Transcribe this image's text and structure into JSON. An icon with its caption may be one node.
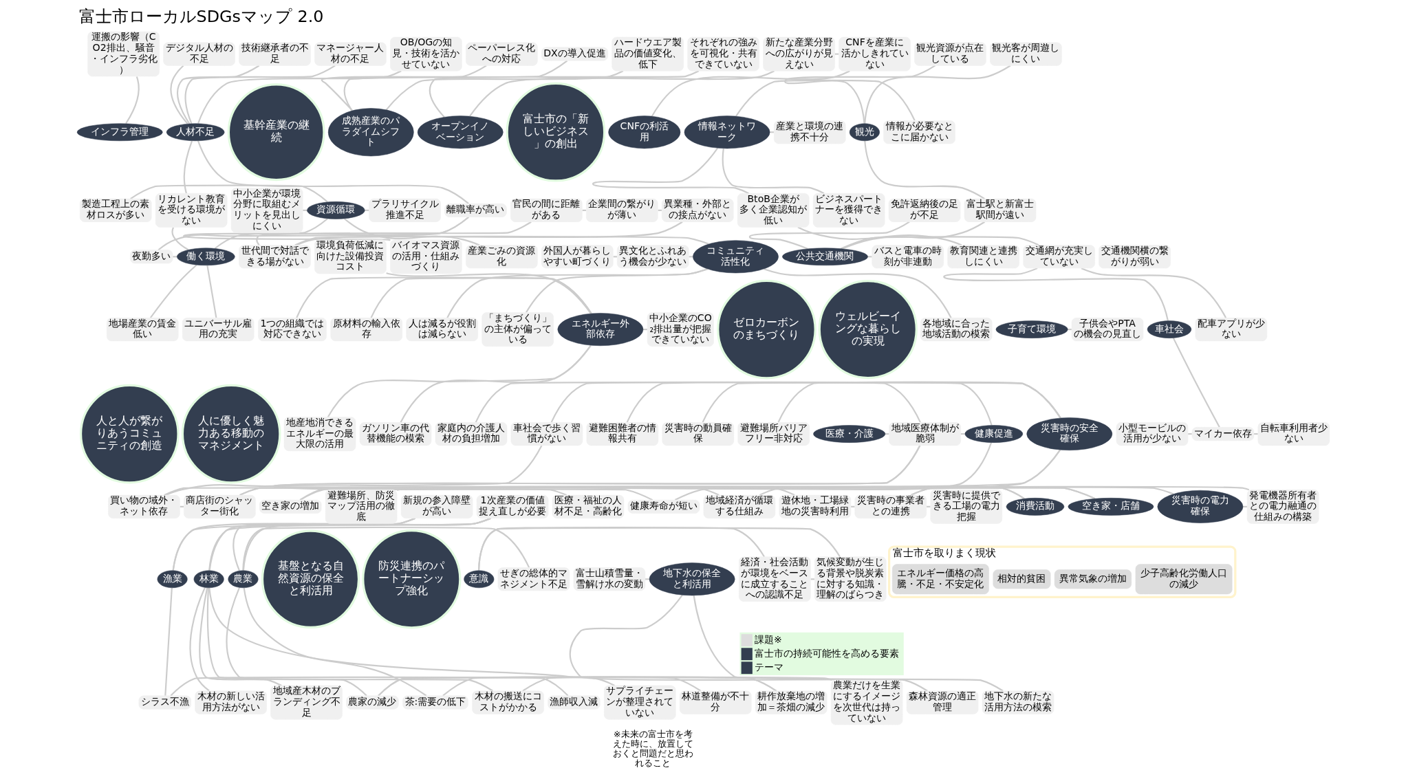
{
  "diagram": {
    "title": "富士市ローカルSDGsマップ 2.0",
    "nodes": [
      {
        "text": [
          "運搬の影響（CO2排出、騒音・インフラ劣化）"
        ]
      },
      {
        "text": [
          "デジタル人材の不足"
        ]
      },
      {
        "text": [
          "技術継承者の不足"
        ]
      },
      {
        "text": [
          "マネージャー人材の不足"
        ]
      },
      {
        "text": [
          "OB/OGの知見・技術を活かせていない"
        ]
      },
      {
        "text": [
          "ペーパーレス化への対応"
        ]
      },
      {
        "text": [
          "DXの導入促進"
        ]
      },
      {
        "text": [
          "ハードウエア製品の価値変化、低下"
        ]
      },
      {
        "text": [
          "それぞれの強みを可視化・共有できていない"
        ]
      },
      {
        "text": [
          "新たな産業分野への広がりが見えない"
        ]
      },
      {
        "text": [
          "CNFを産業に活かしきれていない"
        ]
      },
      {
        "text": [
          "インフラ管理"
        ]
      },
      {
        "text": [
          "製造工程上の素材ロスが多い"
        ]
      },
      {
        "text": [
          "人材不足"
        ]
      },
      {
        "text": [
          "リカレント教育を受ける環境がない"
        ]
      },
      {
        "text": [
          "基幹産業の継続"
        ]
      },
      {
        "text": [
          "成熟産業のパラダイムシフト"
        ]
      },
      {
        "text": [
          "オープンイノベーション"
        ]
      },
      {
        "text": [
          "富士市の「新しいビジネス」の創出"
        ]
      },
      {
        "text": [
          "CNFの利活用"
        ]
      },
      {
        "text": [
          "中小企業が環境分野に取組むメリットを見出しにくい"
        ]
      },
      {
        "text": [
          "資源循環"
        ]
      },
      {
        "text": [
          "プラリサイクル推進不足"
        ]
      },
      {
        "text": [
          "離職率が高い"
        ]
      },
      {
        "text": [
          "官民の間に距離がある"
        ]
      },
      {
        "text": [
          "企業間の繋がりが薄い"
        ]
      },
      {
        "text": [
          "異業種・外部との接点がない"
        ]
      },
      {
        "text": [
          "情報ネットワーク"
        ]
      },
      {
        "text": [
          "産業と環境の連携不十分"
        ]
      },
      {
        "text": [
          "観光"
        ]
      },
      {
        "text": [
          "観光資源が点在している"
        ]
      },
      {
        "text": [
          "観光客が周遊しにくい"
        ]
      },
      {
        "text": [
          "夜勤多い"
        ]
      },
      {
        "text": [
          "働く環境"
        ]
      },
      {
        "text": [
          "世代間で対話できる場がない"
        ]
      },
      {
        "text": [
          "情報が必要なとこに届かない"
        ]
      },
      {
        "text": [
          "環境負荷低減に向けた設備投資コスト"
        ]
      },
      {
        "text": [
          "バイオマス資源の活用・仕組みづくり"
        ]
      },
      {
        "text": [
          "産業ごみの資源化"
        ]
      },
      {
        "text": [
          "地場産業の賃金低い"
        ]
      },
      {
        "text": [
          "ユニバーサル雇用の充実"
        ]
      },
      {
        "text": [
          "外国人が暮らしやすい町づくり"
        ]
      },
      {
        "text": [
          "異文化とふれあう機会が少ない"
        ]
      },
      {
        "text": [
          "コミュニティ活性化"
        ]
      },
      {
        "text": [
          "BtoB企業が多く企業認知が低い"
        ]
      },
      {
        "text": [
          "ビジネスパートナーを獲得できない"
        ]
      },
      {
        "text": [
          "免許返納後の足が不足"
        ]
      },
      {
        "text": [
          "富士駅と新富士駅間が遠い"
        ]
      },
      {
        "text": [
          "1つの組織では対応できない"
        ]
      },
      {
        "text": [
          "原材料の輸入依存"
        ]
      },
      {
        "text": [
          "公共交通機関"
        ]
      },
      {
        "text": [
          "バスと電車の時刻が非連動"
        ]
      },
      {
        "text": [
          "人は減るが役割は減らない"
        ]
      },
      {
        "text": [
          "「まちづくり」の主体が偏っている"
        ]
      },
      {
        "text": [
          "教育関連と連携しにくい"
        ]
      },
      {
        "text": [
          "エネルギー外部依存"
        ]
      },
      {
        "text": [
          "中小企業のCO₂排出量が把握できていない"
        ]
      },
      {
        "text": [
          "ゼロカーボンのまちづくり"
        ]
      },
      {
        "text": [
          "ウェルビーイングな暮らしの実現"
        ]
      },
      {
        "text": [
          "各地域に合った地域活動の模索"
        ]
      },
      {
        "text": [
          "子育て環境"
        ]
      },
      {
        "text": [
          "人と人が繋がりあうコミュニティの創造"
        ]
      },
      {
        "text": [
          "人に優しく魅力ある移動のマネジメント"
        ]
      },
      {
        "text": [
          "交通網が充実していない"
        ]
      },
      {
        "text": [
          "交通機関横の繋がりが弱い"
        ]
      },
      {
        "text": [
          "地産地消できるエネルギーの最大限の活用"
        ]
      },
      {
        "text": [
          "ガソリン車の代替機能の模索"
        ]
      },
      {
        "text": [
          "家庭内の介護人材の負担増加"
        ]
      },
      {
        "text": [
          "車社会で歩く習慣がない"
        ]
      },
      {
        "text": [
          "子供会やPTAの機会の見直し"
        ]
      },
      {
        "text": [
          "避難困難者の情報共有"
        ]
      },
      {
        "text": [
          "車社会"
        ]
      },
      {
        "text": [
          "災害時の動員確保"
        ]
      },
      {
        "text": [
          "避難場所バリアフリー非対応"
        ]
      },
      {
        "text": [
          "配車アプリが少ない"
        ]
      },
      {
        "text": [
          "医療・介護"
        ]
      },
      {
        "text": [
          "地域医療体制が脆弱"
        ]
      },
      {
        "text": [
          "健康促進"
        ]
      },
      {
        "text": [
          "買い物の域外・ネット依存"
        ]
      },
      {
        "text": [
          "商店街のシャッター街化"
        ]
      },
      {
        "text": [
          "空き家の増加"
        ]
      },
      {
        "text": [
          "災害時の安全確保"
        ]
      },
      {
        "text": [
          "避難場所、防災マップ活用の徹底"
        ]
      },
      {
        "text": [
          "小型モービルの活用が少ない"
        ]
      },
      {
        "text": [
          "マイカー依存"
        ]
      },
      {
        "text": [
          "自転車利用者少ない"
        ]
      },
      {
        "text": [
          "新規の参入障壁が高い"
        ]
      },
      {
        "text": [
          "1次産業の価値捉え直しが必要"
        ]
      },
      {
        "text": [
          "医療・福祉の人材不足・高齢化"
        ]
      },
      {
        "text": [
          "健康寿命が短い"
        ]
      },
      {
        "text": [
          "地域経済が循環する仕組み"
        ]
      },
      {
        "text": [
          "遊休地・工場緑地の災害時利用"
        ]
      },
      {
        "text": [
          "災害時の事業者との連携"
        ]
      },
      {
        "text": [
          "災害時に提供できる工場の電力把握"
        ]
      },
      {
        "text": [
          "漁業"
        ]
      },
      {
        "text": [
          "林業"
        ]
      },
      {
        "text": [
          "農業"
        ]
      },
      {
        "text": [
          "基盤となる自然資源の保全と利活用"
        ]
      },
      {
        "text": [
          "消費活動"
        ]
      },
      {
        "text": [
          "空き家・店舗"
        ]
      },
      {
        "text": [
          "防災連携のパートナーシップ強化"
        ]
      },
      {
        "text": [
          "意識"
        ]
      },
      {
        "text": [
          "災害時の電力確保"
        ]
      },
      {
        "text": [
          "発電機器所有者との電力融通の仕組みの構築"
        ]
      },
      {
        "text": [
          "木材の新しい活用方法がない"
        ]
      },
      {
        "text": [
          "地域産木材のブランディング不足"
        ]
      },
      {
        "text": [
          "せぎの総体的マネジメント不足"
        ]
      },
      {
        "text": [
          "富士山積雪量・雪解け水の変動"
        ]
      },
      {
        "text": [
          "シラス不漁"
        ]
      },
      {
        "text": [
          "農家の減少"
        ]
      },
      {
        "text": [
          "茶:需要の低下"
        ]
      },
      {
        "text": [
          "地下水の保全と利活用"
        ]
      },
      {
        "text": [
          "木材の搬送にコストがかかる"
        ]
      },
      {
        "text": [
          "経済・社会活動が環境をベースに成立することへの認識不足"
        ]
      },
      {
        "text": [
          "気候変動が生じる背景や脱炭素に対する知識・理解のばらつき"
        ]
      },
      {
        "text": [
          "漁師収入減"
        ]
      },
      {
        "text": [
          "サプライチェーンが整理されていない"
        ]
      },
      {
        "text": [
          "林道整備が不十分"
        ]
      },
      {
        "text": [
          "耕作放棄地の増加＝茶畑の減少"
        ]
      },
      {
        "text": [
          "農業だけを生業にするイメージを次世代は持っていない"
        ]
      },
      {
        "text": [
          "森林資源の適正管理"
        ]
      },
      {
        "text": [
          "地下水の新たな活用方法の模索"
        ]
      },
      {
        "text": [
          "富士市を取りまく現状"
        ]
      },
      {
        "text": [
          "少子高齢化労働人口の減少"
        ],
        "in": 122
      },
      {
        "text": [
          "異常気象の増加"
        ],
        "in": 122
      },
      {
        "text": [
          "相対的貧困"
        ],
        "in": 122
      },
      {
        "text": [
          "エネルギー価格の高騰・不足・不安定化"
        ],
        "in": 122
      }
    ],
    "edges": [
      {
        "from": 11,
        "to": 0,
        "arrow": "none"
      },
      {
        "from": 13,
        "to": 1,
        "arrow": "none"
      },
      {
        "from": 13,
        "to": 2,
        "arrow": "none"
      },
      {
        "from": 13,
        "to": 3,
        "arrow": "none"
      },
      {
        "from": 13,
        "to": 4,
        "arrow": "none"
      },
      {
        "from": 13,
        "to": 14,
        "arrow": "none"
      },
      {
        "from": 13,
        "to": 23,
        "arrow": "none"
      },
      {
        "from": 16,
        "to": 5,
        "arrow": "none"
      },
      {
        "from": 16,
        "to": 6,
        "arrow": "none"
      },
      {
        "from": 16,
        "to": 7,
        "arrow": "none"
      },
      {
        "from": 17,
        "to": 8,
        "arrow": "none"
      },
      {
        "from": 17,
        "to": 9,
        "arrow": "none"
      },
      {
        "from": 9,
        "to": 10,
        "arrow": "none"
      },
      {
        "from": 19,
        "to": 10,
        "arrow": "none"
      },
      {
        "from": 21,
        "to": 12,
        "arrow": "none"
      },
      {
        "from": 21,
        "to": 20,
        "arrow": "none"
      },
      {
        "from": 21,
        "to": 22,
        "arrow": "none"
      },
      {
        "from": 21,
        "to": 37,
        "arrow": "none"
      },
      {
        "from": 21,
        "to": 38,
        "arrow": "none"
      },
      {
        "from": 33,
        "to": 14,
        "arrow": "none"
      },
      {
        "from": 33,
        "to": 23,
        "arrow": "none"
      },
      {
        "from": 23,
        "to": 32,
        "arrow": "none"
      },
      {
        "from": 33,
        "to": 32,
        "arrow": "none"
      },
      {
        "from": 33,
        "to": 39,
        "arrow": "none"
      },
      {
        "from": 33,
        "to": 40,
        "arrow": "none"
      },
      {
        "from": 24,
        "to": 25,
        "arrow": "none"
      },
      {
        "from": 25,
        "to": 26,
        "arrow": "none"
      },
      {
        "from": 24,
        "to": 34,
        "arrow": "none"
      },
      {
        "from": 26,
        "to": 34,
        "arrow": "none"
      },
      {
        "from": 34,
        "to": 43,
        "arrow": "none"
      },
      {
        "from": 27,
        "to": 28,
        "arrow": "none"
      },
      {
        "from": 27,
        "to": 35,
        "arrow": "none"
      },
      {
        "from": 27,
        "to": 45,
        "arrow": "none"
      },
      {
        "from": 27,
        "to": 44,
        "arrow": "none"
      },
      {
        "from": 44,
        "to": 54,
        "arrow": "none"
      },
      {
        "from": 29,
        "to": 30,
        "arrow": "none"
      },
      {
        "from": 29,
        "to": 31,
        "arrow": "none"
      },
      {
        "from": 29,
        "to": 47,
        "arrow": "none"
      },
      {
        "from": 47,
        "to": 50,
        "arrow": "none"
      },
      {
        "from": 50,
        "to": 46,
        "arrow": "none"
      },
      {
        "from": 50,
        "to": 51,
        "arrow": "none"
      },
      {
        "from": 50,
        "to": 63,
        "arrow": "none"
      },
      {
        "from": 63,
        "to": 71,
        "arrow": "none"
      },
      {
        "from": 63,
        "to": 74,
        "arrow": "none"
      },
      {
        "from": 71,
        "to": 84,
        "arrow": "none"
      },
      {
        "from": 84,
        "to": 83,
        "arrow": "none"
      },
      {
        "from": 84,
        "to": 85,
        "arrow": "none"
      },
      {
        "from": 43,
        "to": 42,
        "arrow": "none"
      },
      {
        "from": 42,
        "to": 41,
        "arrow": "none"
      },
      {
        "from": 43,
        "to": 52,
        "arrow": "none"
      },
      {
        "from": 43,
        "to": 53,
        "arrow": "none"
      },
      {
        "from": 43,
        "to": 59,
        "arrow": "none"
      },
      {
        "from": 60,
        "to": 69,
        "arrow": "none"
      },
      {
        "from": 55,
        "to": 36,
        "arrow": "none"
      },
      {
        "from": 55,
        "to": 48,
        "arrow": "none"
      },
      {
        "from": 55,
        "to": 49,
        "arrow": "none"
      },
      {
        "from": 55,
        "to": 56,
        "arrow": "none"
      },
      {
        "from": 55,
        "to": 65,
        "arrow": "none"
      },
      {
        "from": 55,
        "to": 66,
        "arrow": "none"
      },
      {
        "from": 75,
        "to": 76,
        "arrow": "none"
      },
      {
        "from": 76,
        "to": 67,
        "arrow": "none"
      },
      {
        "from": 76,
        "to": 88,
        "arrow": "none"
      },
      {
        "from": 76,
        "to": 77,
        "arrow": "none"
      },
      {
        "from": 76,
        "to": 89,
        "arrow": "none"
      },
      {
        "from": 77,
        "to": 89,
        "arrow": "none"
      },
      {
        "from": 77,
        "to": 68,
        "arrow": "none"
      },
      {
        "from": 68,
        "to": 78,
        "arrow": "none"
      },
      {
        "from": 78,
        "to": 79,
        "arrow": "none"
      },
      {
        "from": 78,
        "to": 98,
        "arrow": "none"
      },
      {
        "from": 98,
        "to": 90,
        "arrow": "none"
      },
      {
        "from": 79,
        "to": 90,
        "arrow": "none"
      },
      {
        "from": 79,
        "to": 99,
        "arrow": "none"
      },
      {
        "from": 80,
        "to": 99,
        "arrow": "none"
      },
      {
        "from": 80,
        "to": 81,
        "arrow": "none"
      },
      {
        "from": 81,
        "to": 70,
        "arrow": "none"
      },
      {
        "from": 81,
        "to": 72,
        "arrow": "none"
      },
      {
        "from": 81,
        "to": 73,
        "arrow": "none"
      },
      {
        "from": 81,
        "to": 82,
        "arrow": "none"
      },
      {
        "from": 82,
        "to": 91,
        "arrow": "none"
      },
      {
        "from": 91,
        "to": 92,
        "arrow": "none"
      },
      {
        "from": 92,
        "to": 93,
        "arrow": "none"
      },
      {
        "from": 92,
        "to": 102,
        "arrow": "none"
      },
      {
        "from": 92,
        "to": 103,
        "arrow": "none"
      },
      {
        "from": 102,
        "to": 103,
        "arrow": "none"
      },
      {
        "from": 101,
        "to": 113,
        "arrow": "none"
      },
      {
        "from": 101,
        "to": 114,
        "arrow": "none"
      },
      {
        "from": 113,
        "to": 114,
        "arrow": "none"
      },
      {
        "from": 111,
        "to": 107,
        "arrow": "none"
      },
      {
        "from": 111,
        "to": 120,
        "arrow": "none"
      },
      {
        "from": 111,
        "to": 121,
        "arrow": "none"
      },
      {
        "from": 94,
        "to": 86,
        "arrow": "none"
      },
      {
        "from": 94,
        "to": 87,
        "arrow": "none"
      },
      {
        "from": 94,
        "to": 108,
        "arrow": "none"
      },
      {
        "from": 108,
        "to": 115,
        "arrow": "none"
      },
      {
        "from": 95,
        "to": 86,
        "arrow": "none"
      },
      {
        "from": 95,
        "to": 87,
        "arrow": "none"
      },
      {
        "from": 95,
        "to": 104,
        "arrow": "none"
      },
      {
        "from": 95,
        "to": 105,
        "arrow": "none"
      },
      {
        "from": 95,
        "to": 116,
        "arrow": "none"
      },
      {
        "from": 95,
        "to": 112,
        "arrow": "none"
      },
      {
        "from": 112,
        "to": 117,
        "arrow": "none"
      },
      {
        "from": 96,
        "to": 86,
        "arrow": "none"
      },
      {
        "from": 96,
        "to": 87,
        "arrow": "none"
      },
      {
        "from": 96,
        "to": 106,
        "arrow": "none"
      },
      {
        "from": 96,
        "to": 109,
        "arrow": "none"
      },
      {
        "from": 96,
        "to": 110,
        "arrow": "none"
      },
      {
        "from": 109,
        "to": 118,
        "arrow": "none"
      },
      {
        "from": 109,
        "to": 119,
        "arrow": "none"
      },
      {
        "from": 110,
        "to": 118,
        "arrow": "none"
      }
    ],
    "labels": [
      "※未来の富士市を考えた時に、放置しておくと問題だと思われること"
    ],
    "legend": [
      {
        "text": "課題※",
        "color": "#dddddd"
      },
      {
        "text": "富士市の持続可能性を高める要素",
        "color": "#333e50"
      },
      {
        "text": "テーマ",
        "color": "#333e50"
      }
    ]
  }
}
